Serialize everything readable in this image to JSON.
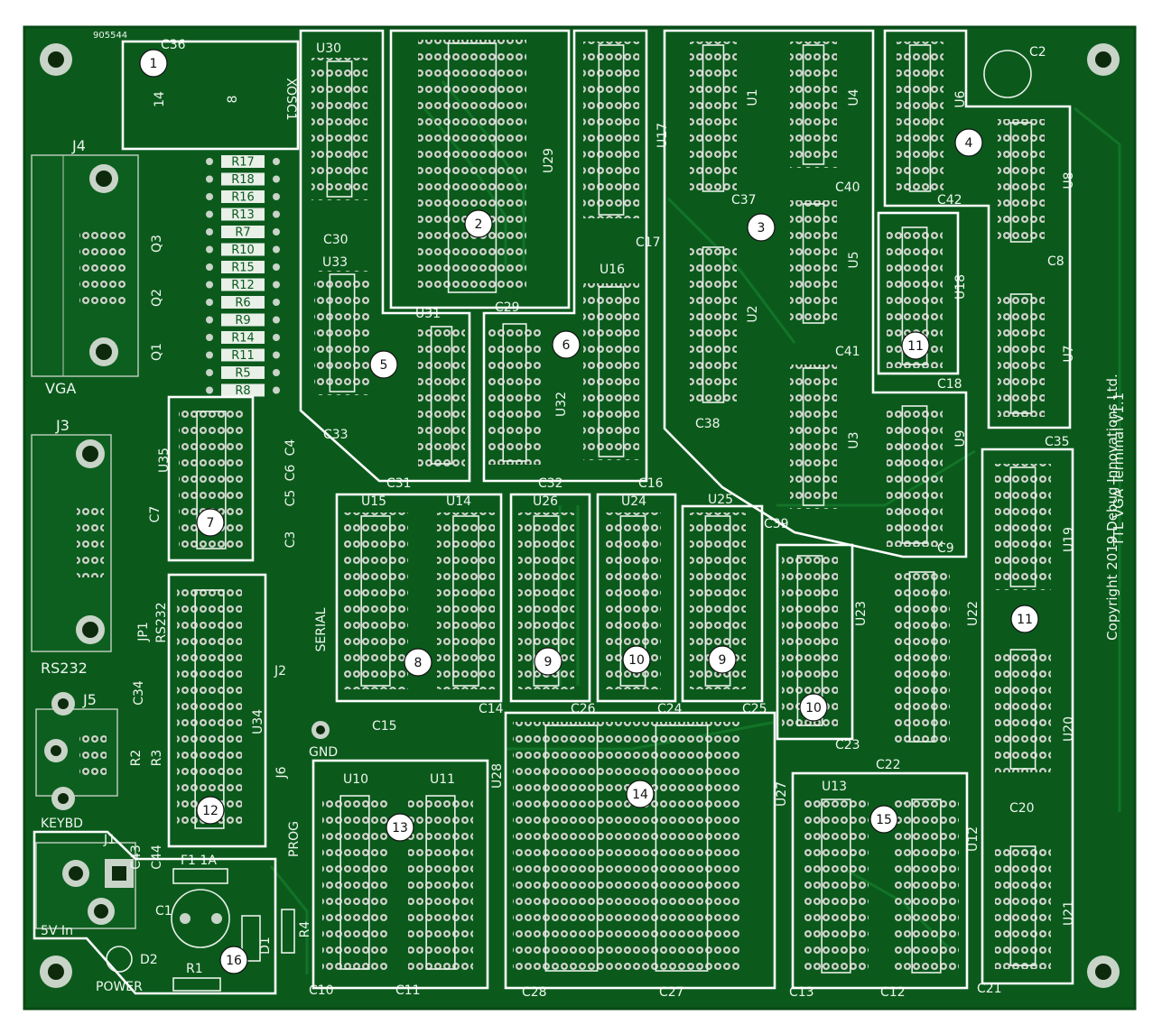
{
  "board": {
    "title": "TTL VGA Terminal V1.1",
    "copyright": "Copyright 2019 Debug Innovations Ltd.",
    "part_number": "905544",
    "colors": {
      "pcb": "#0b5a1c",
      "silk": "#e8f0e8",
      "region": "#ffffff"
    }
  },
  "connectors": {
    "j4": "J4",
    "vga": "VGA",
    "j3": "J3",
    "rs232": "RS232",
    "j5": "J5",
    "keybd": "KEYBD",
    "j1": "J1",
    "power_in": "5V In",
    "j2": "J2",
    "serial": "SERIAL",
    "j6": "J6",
    "prog": "PROG",
    "jp1": "JP1",
    "rs232_jp": "RS232",
    "gnd": "GND",
    "power": "POWER"
  },
  "components": {
    "xosc1": "XOSC1",
    "pin14": "14",
    "pin8": "8",
    "c36": "C36",
    "resistors": [
      "R17",
      "R18",
      "R16",
      "R13",
      "R7",
      "R10",
      "R15",
      "R12",
      "R6",
      "R9",
      "R14",
      "R11",
      "R5",
      "R8"
    ],
    "q3": "Q3",
    "q2": "Q2",
    "q1": "Q1",
    "u30": "U30",
    "c30": "C30",
    "u33": "U33",
    "c33": "C33",
    "u31": "U31",
    "c31": "C31",
    "u29": "U29",
    "c29": "C29",
    "u32": "U32",
    "c32": "C32",
    "u17": "U17",
    "c17": "C17",
    "u16": "U16",
    "c16": "C16",
    "u1": "U1",
    "u4": "U4",
    "c37": "C37",
    "c40": "C40",
    "u2": "U2",
    "u5": "U5",
    "c41": "C41",
    "c38": "C38",
    "u3": "U3",
    "c39": "C39",
    "u6": "U6",
    "c42": "C42",
    "c2": "C2",
    "u8": "U8",
    "c8": "C8",
    "u7": "U7",
    "c35": "C35",
    "u18": "U18",
    "c18": "C18",
    "u9": "U9",
    "c9": "C9",
    "u35": "U35",
    "c7": "C7",
    "c4": "C4",
    "c6": "C6",
    "c5": "C5",
    "c3": "C3",
    "u15": "U15",
    "u14": "U14",
    "c15": "C15",
    "c14": "C14",
    "u26": "U26",
    "c26": "C26",
    "u24": "U24",
    "c24": "C24",
    "u25": "U25",
    "c25": "C25",
    "u23": "U23",
    "c23": "C23",
    "u22": "U22",
    "c22": "C22",
    "u19": "U19",
    "u20": "U20",
    "c20": "C20",
    "u34": "U34",
    "c34": "C34",
    "r2": "R2",
    "r3": "R3",
    "c43": "C43",
    "c44": "C44",
    "u10": "U10",
    "u11": "U11",
    "c10": "C10",
    "c11": "C11",
    "u28": "U28",
    "u27": "U27",
    "c28": "C28",
    "c27": "C27",
    "u13": "U13",
    "u12": "U12",
    "c13": "C13",
    "c12": "C12",
    "u21": "U21",
    "c21": "C21",
    "f1": "F1 1A",
    "c1": "C1",
    "d1": "D1",
    "d2": "D2",
    "r1": "R1",
    "r4": "R4"
  },
  "region_labels": [
    "1",
    "2",
    "3",
    "4",
    "5",
    "6",
    "7",
    "8",
    "9",
    "10",
    "9",
    "10",
    "11",
    "11",
    "12",
    "13",
    "14",
    "15",
    "16"
  ]
}
